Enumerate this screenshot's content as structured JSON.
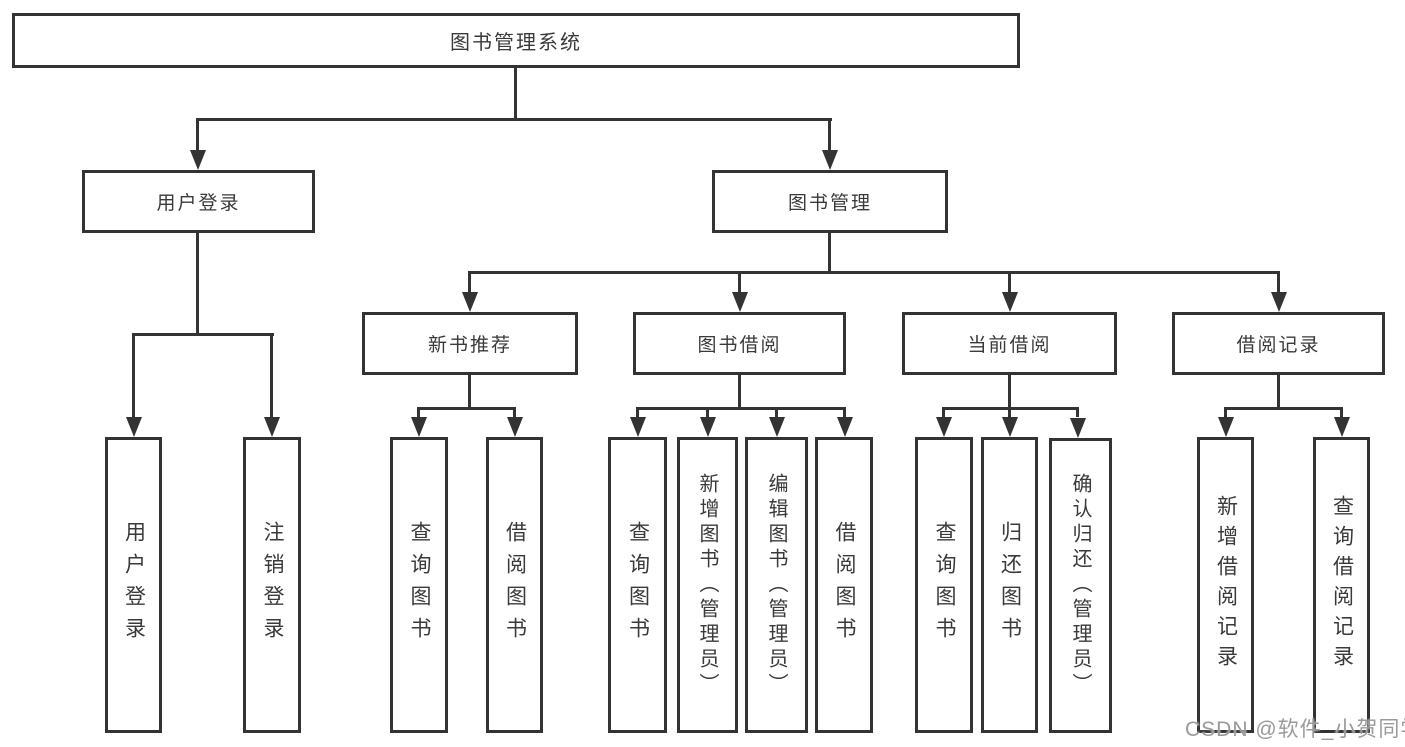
{
  "diagram": {
    "root": {
      "label": "图书管理系统"
    },
    "level2": {
      "user_login": {
        "label": "用户登录"
      },
      "book_mgmt": {
        "label": "图书管理"
      }
    },
    "level3": {
      "new_books": {
        "label": "新书推荐"
      },
      "book_borrow": {
        "label": "图书借阅"
      },
      "current_borrow": {
        "label": "当前借阅"
      },
      "borrow_records": {
        "label": "借阅记录"
      }
    },
    "leaves": {
      "user_login": [
        "用户登录",
        "注销登录"
      ],
      "new_books": [
        "查询图书",
        "借阅图书"
      ],
      "book_borrow": [
        "查询图书",
        "新增图书（管理员）",
        "编辑图书（管理员）",
        "借阅图书"
      ],
      "current_borrow": [
        "查询图书",
        "归还图书",
        "确认归还（管理员）"
      ],
      "borrow_records": [
        "新增借阅记录",
        "查询借阅记录"
      ]
    }
  },
  "watermark": {
    "text": "CSDN @软件_小贺同学"
  },
  "colors": {
    "line": "#333333",
    "text": "#3a3a3a",
    "watermark": "#9a9a9a",
    "background": "#ffffff"
  }
}
